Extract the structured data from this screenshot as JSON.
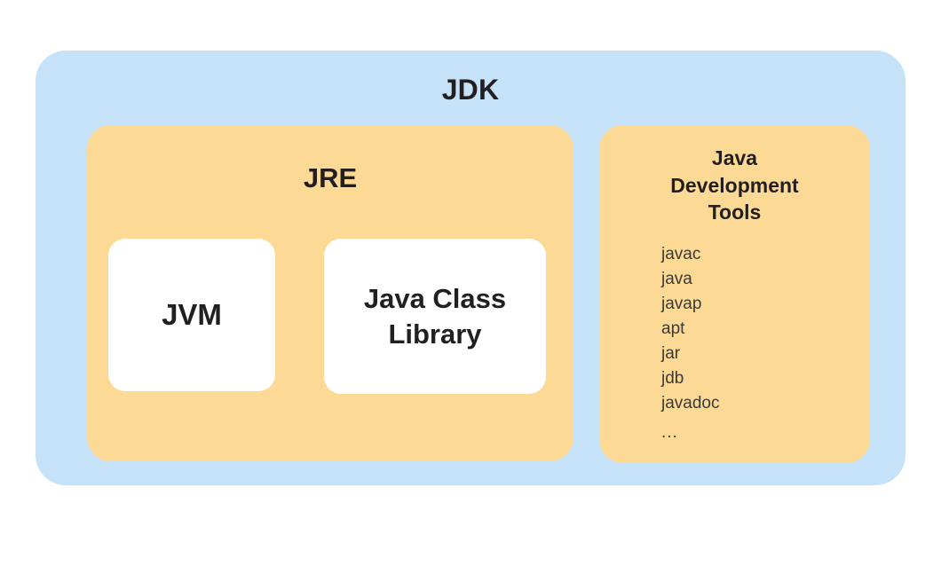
{
  "diagram": {
    "title": "JDK",
    "colors": {
      "outer_panel": "#c5e2f9",
      "inner_panel": "#fcda95",
      "leaf_box": "#ffffff",
      "text": "#231f20",
      "list_text": "#3a3a3a",
      "background": "#ffffff"
    },
    "jre": {
      "title": "JRE",
      "components": [
        {
          "label": "JVM"
        },
        {
          "label": "Java Class\nLibrary"
        }
      ]
    },
    "tools": {
      "title": "Java\nDevelopment\nTools",
      "items": [
        "javac",
        "java",
        "javap",
        "apt",
        "jar",
        "jdb",
        "javadoc",
        "..."
      ]
    }
  }
}
